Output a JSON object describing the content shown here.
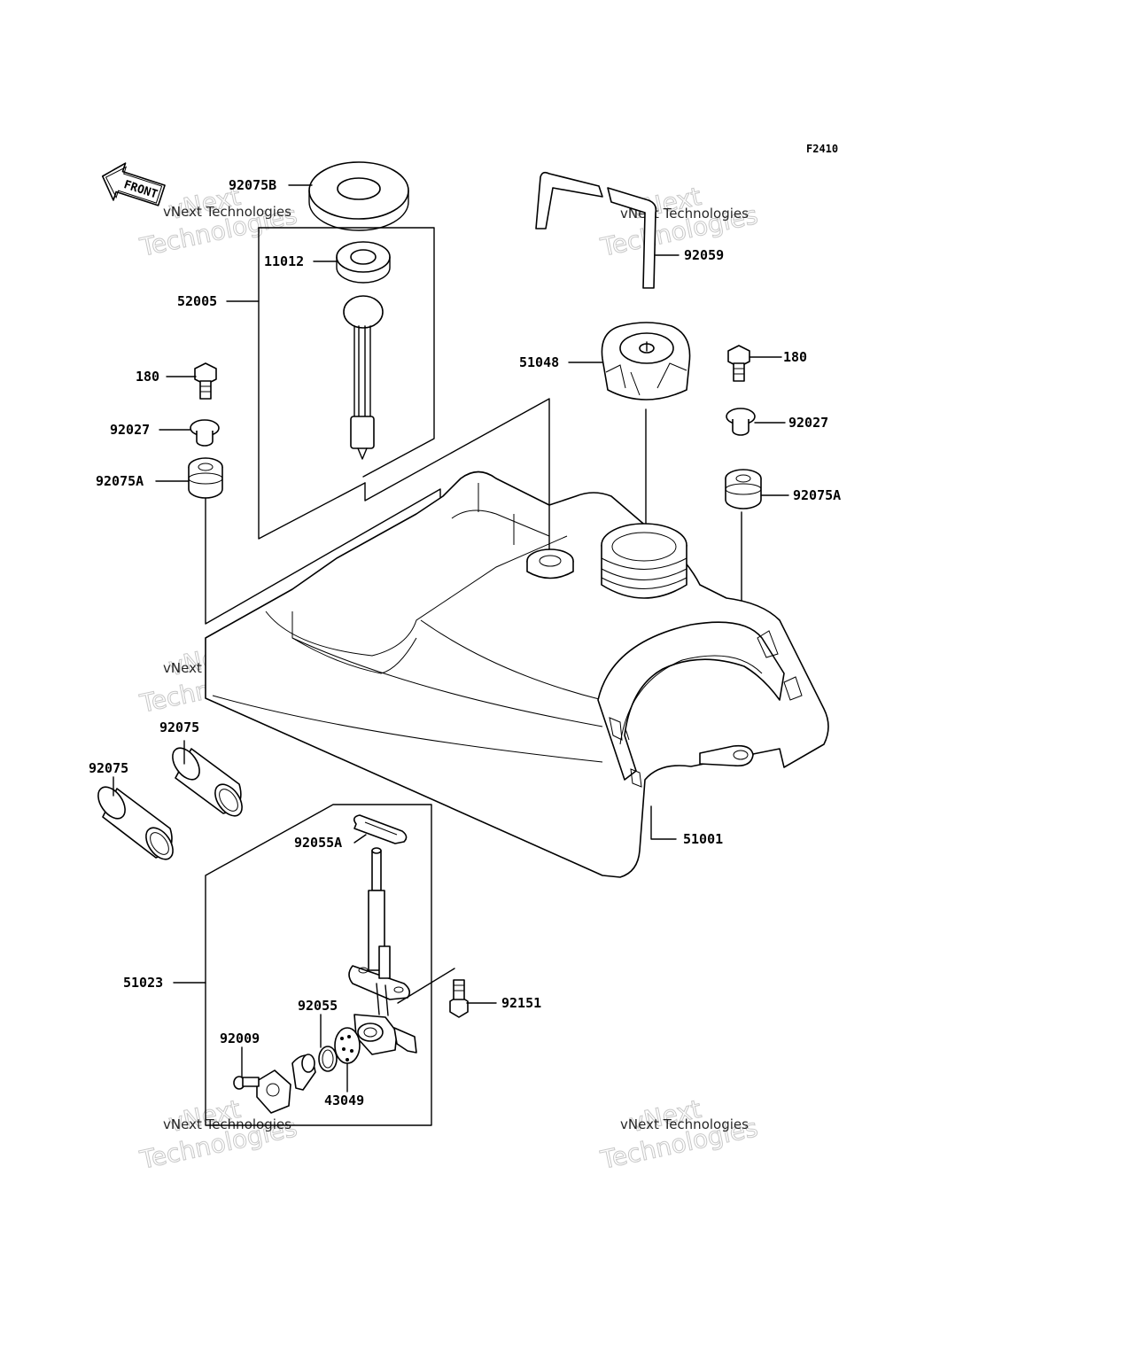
{
  "figure_code": "F2410",
  "front_arrow_label": "FRONT",
  "watermark": {
    "small": "vNext Technologies",
    "big_line1": "vNext",
    "big_line2": "Technologies"
  },
  "parts": {
    "p92075B": "92075B",
    "p11012": "11012",
    "p52005": "52005",
    "p180_left": "180",
    "p92027_left": "92027",
    "p92075A_left": "92075A",
    "p92059": "92059",
    "p51048": "51048",
    "p180_right": "180",
    "p92027_right": "92027",
    "p92075A_right": "92075A",
    "p92075_a": "92075",
    "p92075_b": "92075",
    "p51001": "51001",
    "p92055A": "92055A",
    "p51023": "51023",
    "p92151": "92151",
    "p92055": "92055",
    "p92009": "92009",
    "p43049": "43049"
  }
}
